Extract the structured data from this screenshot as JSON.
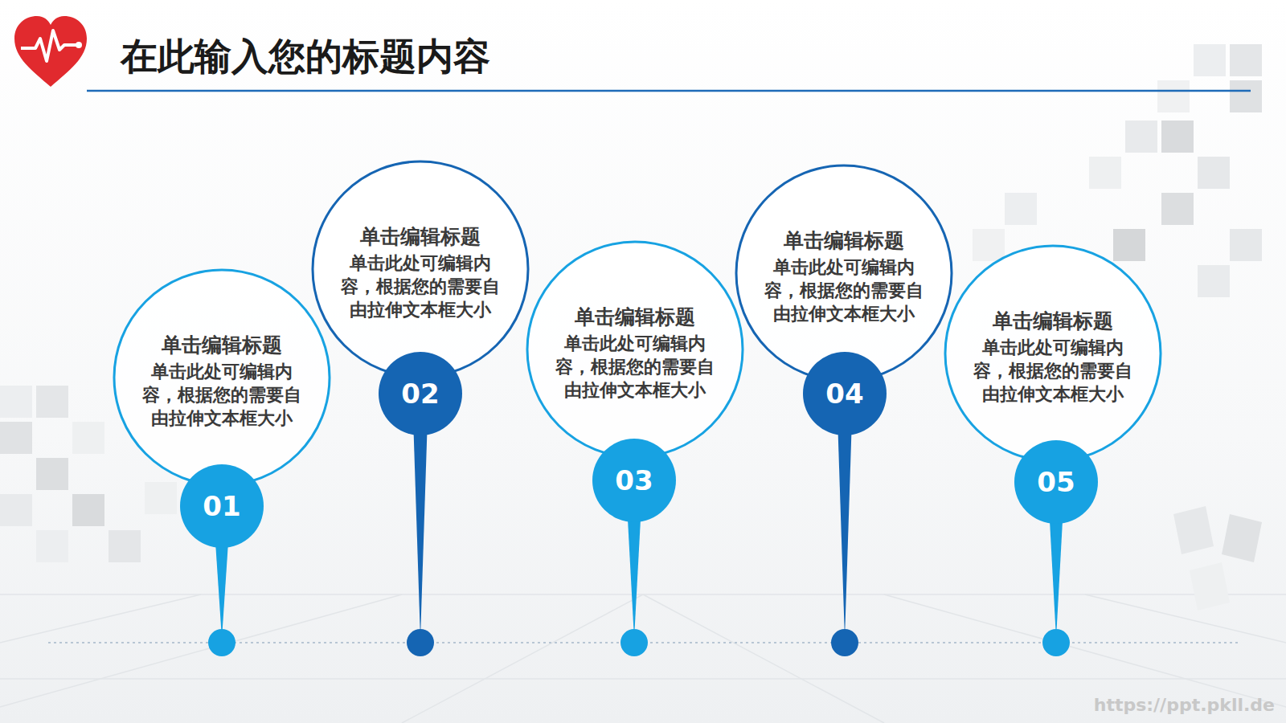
{
  "diagram": {
    "title": "在此输入您的标题内容",
    "nodes": [
      {
        "text": [
          "单击编辑标题",
          "单击此处可编辑内容，根据您的需要自由拉伸文本框大小"
        ]
      },
      {
        "text": [
          "01"
        ]
      },
      {
        "text": [
          "单击编辑标题",
          "单击此处可编辑内容，根据您的需要自由拉伸文本框大小"
        ]
      },
      {
        "text": [
          "02"
        ]
      },
      {
        "text": [
          "单击编辑标题",
          "单击此处可编辑内容，根据您的需要自由拉伸文本框大小"
        ]
      },
      {
        "text": [
          "03"
        ]
      },
      {
        "text": [
          "单击编辑标题",
          "单击此处可编辑内容，根据您的需要自由拉伸文本框大小"
        ]
      },
      {
        "text": [
          "04"
        ]
      },
      {
        "text": [
          "单击编辑标题",
          "单击此处可编辑内容，根据您的需要自由拉伸文本框大小"
        ]
      },
      {
        "text": [
          "05"
        ]
      }
    ],
    "labels": [
      "https://ppt.pkll.de"
    ]
  }
}
